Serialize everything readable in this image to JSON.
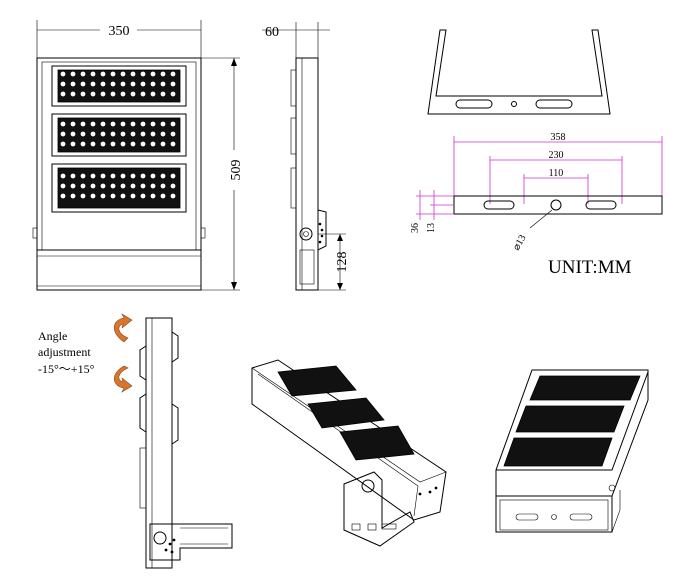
{
  "front_view": {
    "width_dim": "350",
    "height_dim": "509"
  },
  "side_view": {
    "depth_dim": "60",
    "pivot_dim": "128"
  },
  "bracket_view": {
    "overall_dim": "358",
    "slot_outer_dim": "230",
    "slot_inner_dim": "110",
    "height_dim": "36",
    "offset_dim": "13",
    "hole_dim": "⌀13"
  },
  "unit_label": "UNIT:MM",
  "angle_note": {
    "line1": "Angle",
    "line2": "adjustment",
    "line3": "-15°～+15°"
  },
  "colors": {
    "dimension_lines": "#cc33cc",
    "rotation_arrows": "#d9752c"
  }
}
